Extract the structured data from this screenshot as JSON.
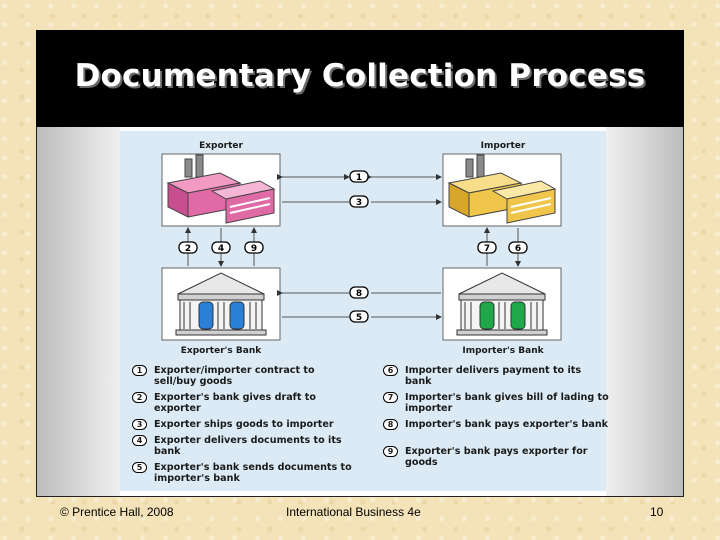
{
  "slide": {
    "title": "Documentary Collection Process"
  },
  "diagram": {
    "exporter_label": "Exporter",
    "importer_label": "Importer",
    "exporters_bank_label": "Exporter's Bank",
    "importers_bank_label": "Importer's Bank",
    "flow_numbers": {
      "top_1": "1",
      "top_3": "3",
      "left_2": "2",
      "left_4": "4",
      "left_9": "9",
      "right_7": "7",
      "right_6": "6",
      "mid_8": "8",
      "mid_5": "5"
    },
    "colors": {
      "exporter_building": "#e06aa6",
      "importer_building": "#f0c64a",
      "exporters_bank_columns": "#2a7fd6",
      "importers_bank_columns": "#1fa84a"
    }
  },
  "legend": {
    "left": [
      {
        "num": "1",
        "text": "Exporter/importer contract to sell/buy goods"
      },
      {
        "num": "2",
        "text": "Exporter's bank gives draft to exporter"
      },
      {
        "num": "3",
        "text": "Exporter ships goods to importer"
      },
      {
        "num": "4",
        "text": "Exporter delivers documents to its bank"
      },
      {
        "num": "5",
        "text": "Exporter's bank sends documents to importer's bank"
      }
    ],
    "right": [
      {
        "num": "6",
        "text": "Importer delivers payment to its bank"
      },
      {
        "num": "7",
        "text": "Importer's bank gives bill of lading to importer"
      },
      {
        "num": "8",
        "text": "Importer's bank pays exporter's bank"
      },
      {
        "num": "9",
        "text": "Exporter's bank pays exporter for goods"
      }
    ]
  },
  "footer": {
    "copyright": "© Prentice Hall, 2008",
    "book": "International Business 4e",
    "page": "10"
  }
}
